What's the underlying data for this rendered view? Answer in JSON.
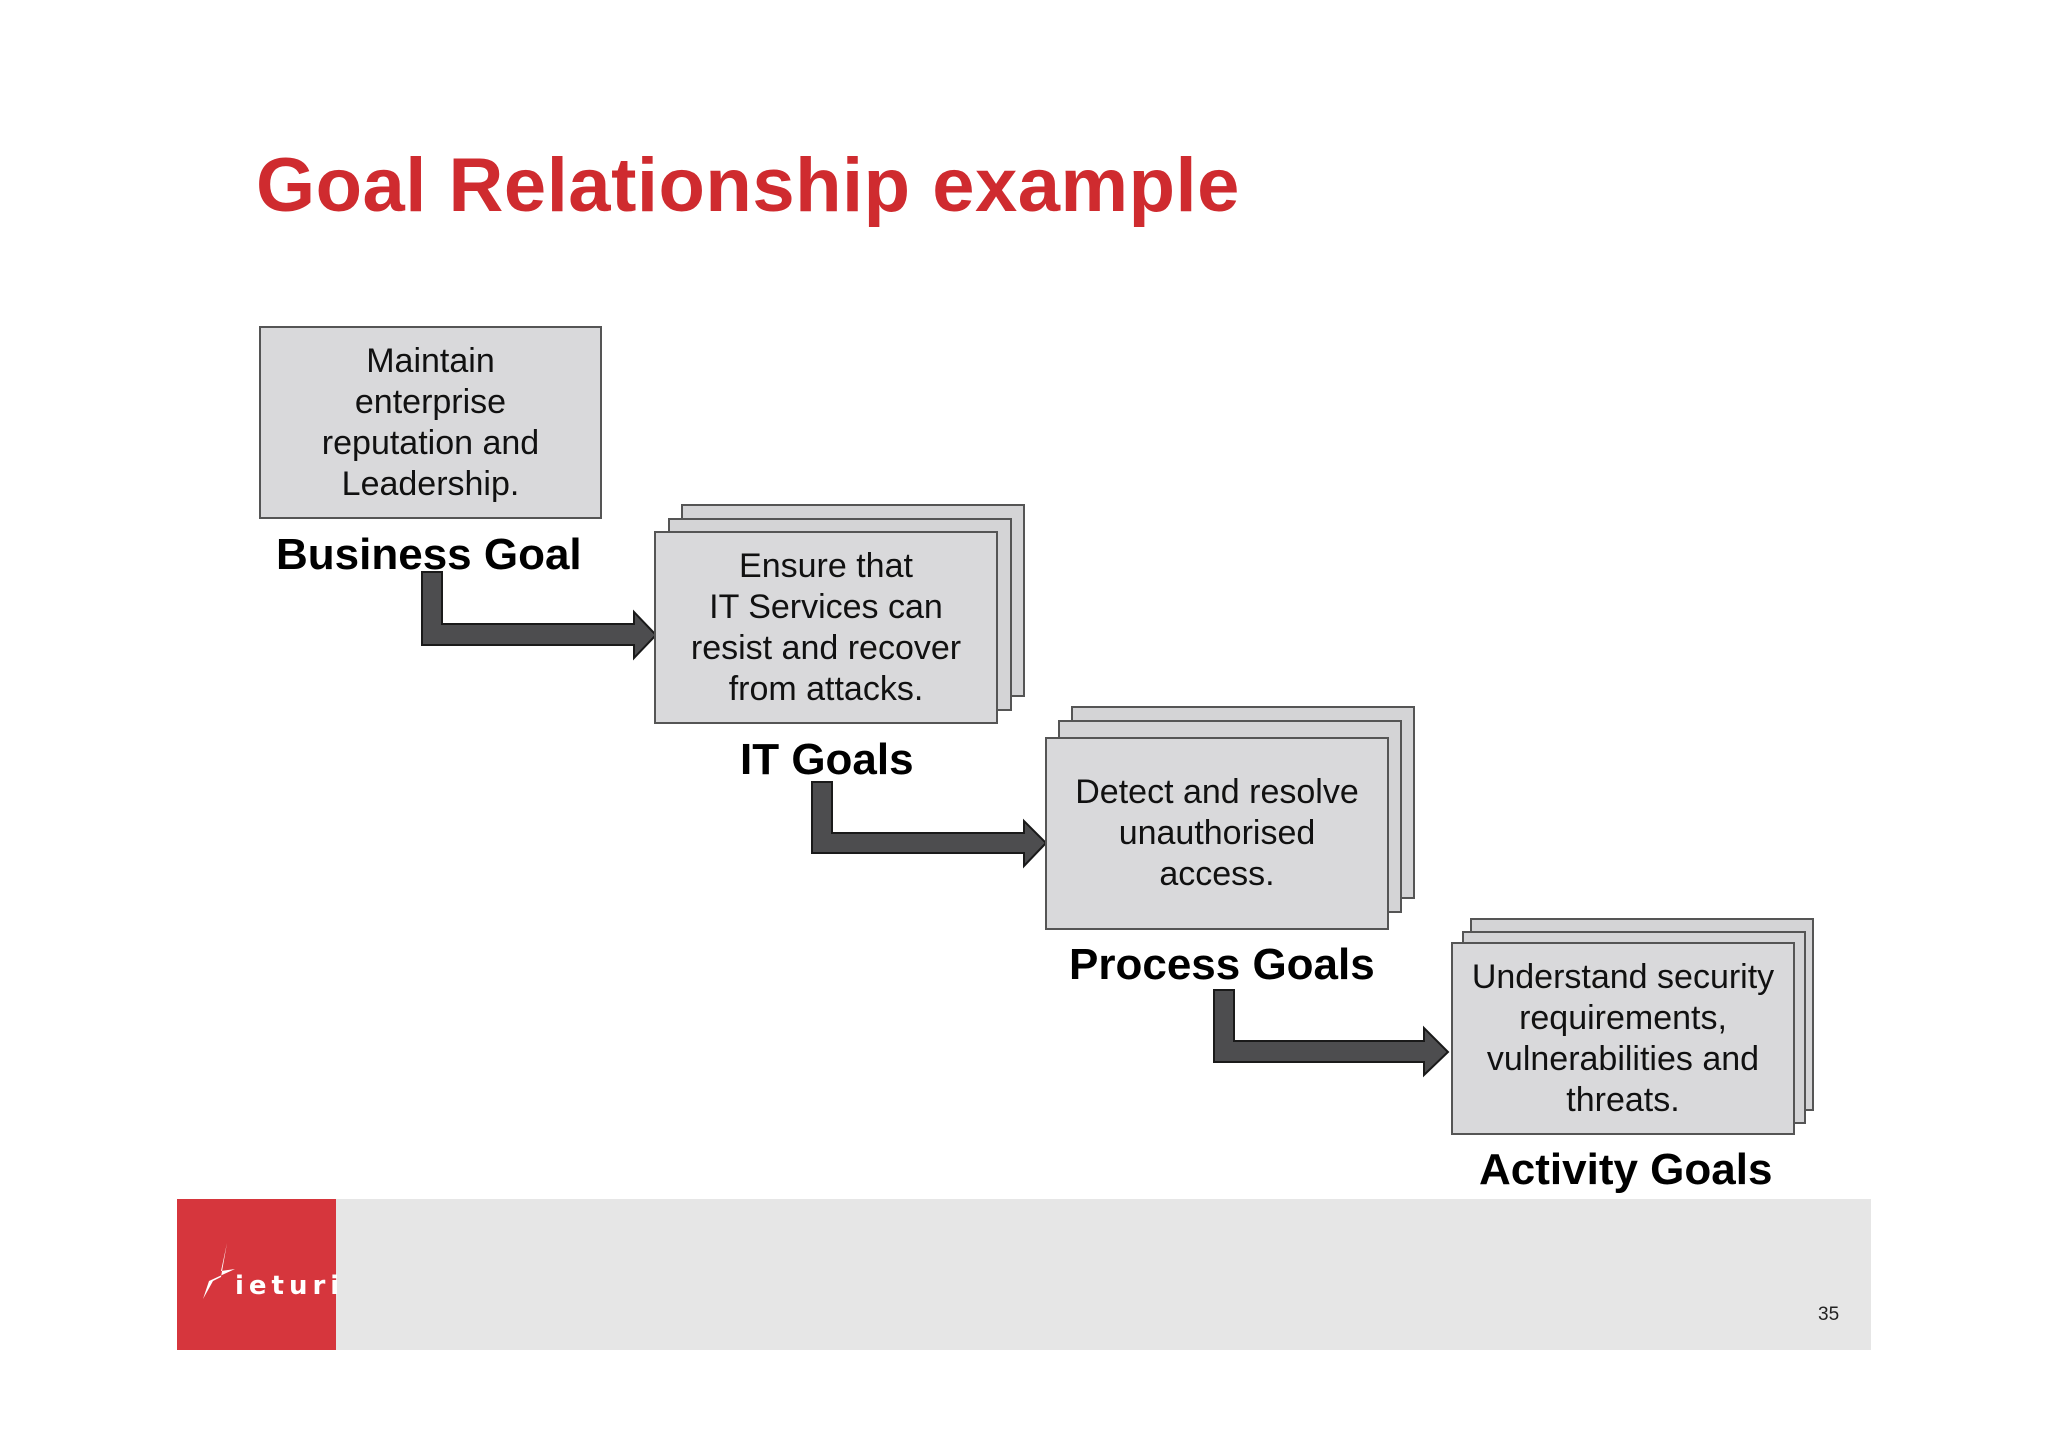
{
  "slide": {
    "title": "Goal Relationship example",
    "page_number": "35",
    "accent_color": "#cf2b2f"
  },
  "goals": [
    {
      "level": "Business Goal",
      "text": "Maintain\nenterprise\nreputation and\nLeadership."
    },
    {
      "level": "IT Goals",
      "text": "Ensure that\nIT Services can\nresist and recover\nfrom attacks."
    },
    {
      "level": "Process Goals",
      "text": "Detect and resolve\nunauthorised\naccess."
    },
    {
      "level": "Activity Goals",
      "text": "Understand security\nrequirements,\nvulnerabilities and\nthreats."
    }
  ],
  "footer": {
    "logo_text": "ieturi",
    "logo_color": "#d6363d",
    "band_color": "#e6e6e6"
  }
}
